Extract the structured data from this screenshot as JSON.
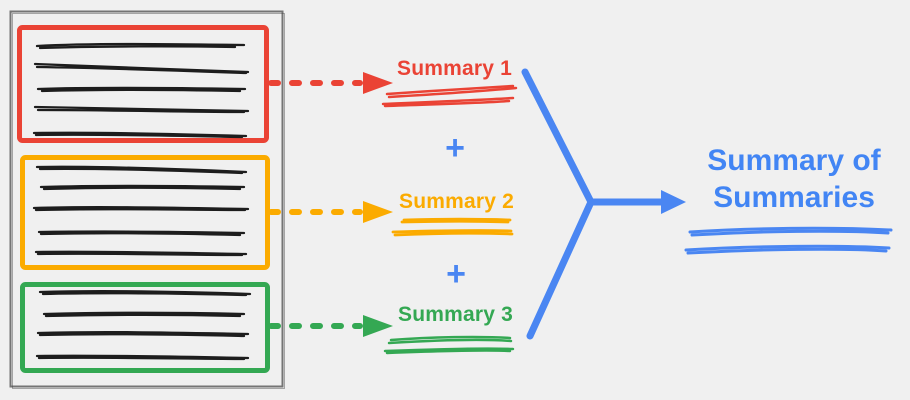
{
  "diagram": {
    "title": {
      "line1": "Summary of",
      "line2": "Summaries",
      "color": "#4285F4"
    },
    "plus_sign": "+",
    "document": {
      "border_color": "#757575",
      "sections": [
        {
          "name": "section-1",
          "color": "#EA4335",
          "text_line_count": 5
        },
        {
          "name": "section-2",
          "color": "#FBAB00",
          "text_line_count": 5
        },
        {
          "name": "section-3",
          "color": "#34A853",
          "text_line_count": 4
        }
      ]
    },
    "summaries": [
      {
        "label": "Summary 1",
        "color": "#EA4335"
      },
      {
        "label": "Summary 2",
        "color": "#FBAB00"
      },
      {
        "label": "Summary 3",
        "color": "#34A853"
      }
    ],
    "colors": {
      "red": "#EA4335",
      "orange": "#FBAB00",
      "green": "#34A853",
      "blue": "#4285F4",
      "ink": "#212121",
      "background": "#F0F0F0"
    }
  }
}
